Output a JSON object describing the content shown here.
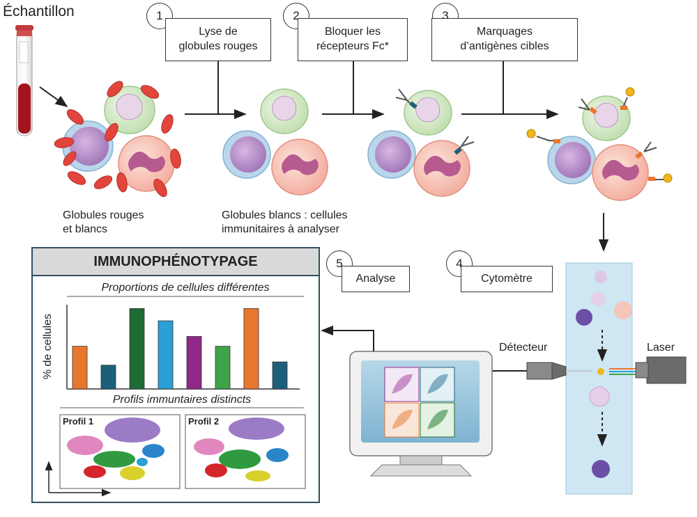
{
  "sample": {
    "title": "Échantillon"
  },
  "steps": [
    {
      "num": "1",
      "label_line1": "Lyse de",
      "label_line2": "globules rouges"
    },
    {
      "num": "2",
      "label_line1": "Bloquer les",
      "label_line2": "récepteurs Fc*"
    },
    {
      "num": "3",
      "label_line1": "Marquages",
      "label_line2": "d’antigènes cibles"
    },
    {
      "num": "4",
      "label": "Cytomètre"
    },
    {
      "num": "5",
      "label": "Analyse"
    }
  ],
  "captions": {
    "rbc_wbc_line1": "Globules rouges",
    "rbc_wbc_line2": "et blancs",
    "wbc_line1": "Globules blancs : cellules",
    "wbc_line2": "immunitaires à analyser"
  },
  "cytometer": {
    "detector": "Détecteur",
    "laser": "Laser"
  },
  "panel": {
    "title": "IMMUNOPHÉNOTYPAGE",
    "chart_title": "Proportions de cellules différentes",
    "ylabel": "% de cellules",
    "profiles_title": "Profils immuntaires distincts",
    "profile1": "Profil 1",
    "profile2": "Profil 2"
  },
  "chart_data": {
    "type": "bar",
    "title": "Proportions de cellules différentes",
    "ylabel": "% de cellules",
    "xlabel": "",
    "ylim": [
      0,
      100
    ],
    "categories": [
      "",
      "",
      "",
      "",
      "",
      "",
      "",
      ""
    ],
    "values": [
      52,
      29,
      98,
      83,
      64,
      52,
      98,
      33
    ],
    "colors": [
      "#e8772e",
      "#1c5f7a",
      "#1e6b34",
      "#2aa0d4",
      "#8f2a8a",
      "#3fa34a",
      "#e8772e",
      "#1c5f7a"
    ]
  },
  "colors": {
    "rbc": "#e2453c",
    "lymphocyte": "#b38cc8",
    "monocyte": "#d7c6dd",
    "neutrophil": "#f3c6b9",
    "panel_header": "#d9d9d9",
    "channel": "#cfe6f3"
  }
}
